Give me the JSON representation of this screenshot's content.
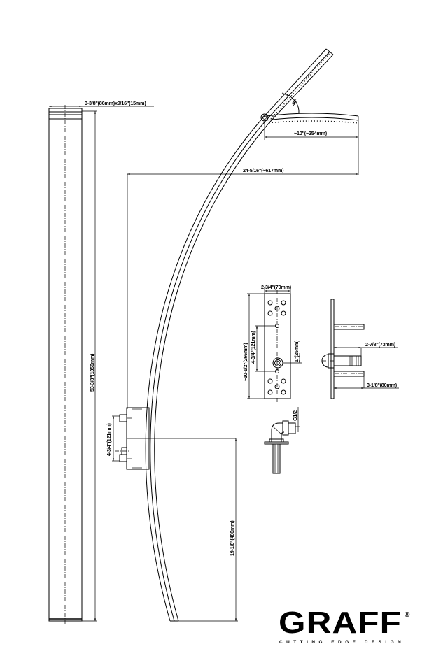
{
  "drawing": {
    "title": "Shower column technical drawing",
    "dimensions": {
      "column_section": "3-3/8\"(86mm)x9/16\"(15mm)",
      "column_height": "53-3/8\"(1356mm)",
      "head_length": "~10\"(~254mm)",
      "head_angle": "45°",
      "projection": "24-5/16\"(~617mm)",
      "plate_height": "~10-1/2\"(266mm)",
      "plate_holes": "4-3/4\"(121mm)",
      "plate_width": "2-3/4\"(70mm)",
      "plate_outlet": "1\"(25mm)",
      "side_depth_a": "2-7/8\"(73mm)",
      "side_depth_b": "3-1/8\"(80mm)",
      "mount_holes": "4-3/4\"(121mm)",
      "outlet_height": "19-1/8\"(486mm)",
      "elbow_thread": "G1/2"
    }
  },
  "brand": {
    "name": "GRAFF",
    "tagline": "CUTTING EDGE DESIGN",
    "registered": "®"
  }
}
